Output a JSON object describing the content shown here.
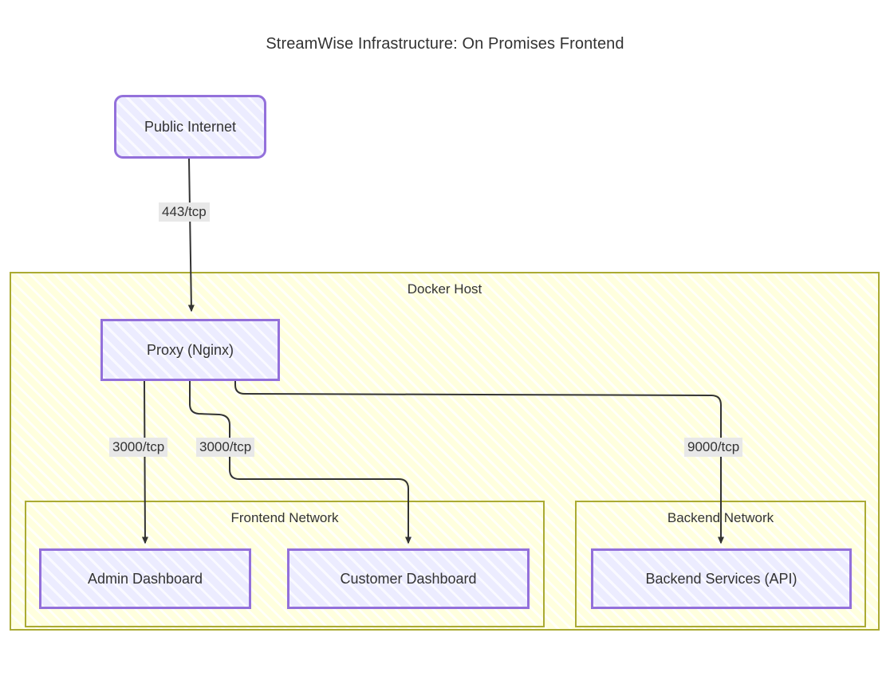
{
  "diagram": {
    "title": "StreamWise Infrastructure: On Promises Frontend",
    "type": "architecture-flowchart",
    "colors": {
      "node_border": "#9370db",
      "node_fill": "#ececff",
      "cluster_border": "#aaaa33",
      "cluster_fill": "#ffffde",
      "edge_stroke": "#333333",
      "edge_label_bg": "#e8e8e8",
      "text": "#333333",
      "canvas": "#ffffff"
    }
  },
  "nodes": {
    "public_internet": {
      "label": "Public Internet",
      "shape": "rounded-rect"
    },
    "proxy": {
      "label": "Proxy (Nginx)",
      "shape": "rect"
    },
    "admin_dashboard": {
      "label": "Admin Dashboard",
      "shape": "rect"
    },
    "customer_dashboard": {
      "label": "Customer Dashboard",
      "shape": "rect"
    },
    "backend_services": {
      "label": "Backend Services (API)",
      "shape": "rect"
    }
  },
  "clusters": {
    "docker_host": {
      "label": "Docker Host"
    },
    "frontend_network": {
      "label": "Frontend Network"
    },
    "backend_network": {
      "label": "Backend Network"
    }
  },
  "edges": [
    {
      "id": "internet-to-proxy",
      "from": "Public Internet",
      "to": "Proxy (Nginx)",
      "label": "443/tcp"
    },
    {
      "id": "proxy-to-admin",
      "from": "Proxy (Nginx)",
      "to": "Admin Dashboard",
      "label": "3000/tcp"
    },
    {
      "id": "proxy-to-customer",
      "from": "Proxy (Nginx)",
      "to": "Customer Dashboard",
      "label": "3000/tcp"
    },
    {
      "id": "proxy-to-backend",
      "from": "Proxy (Nginx)",
      "to": "Backend Services (API)",
      "label": "9000/tcp"
    }
  ]
}
